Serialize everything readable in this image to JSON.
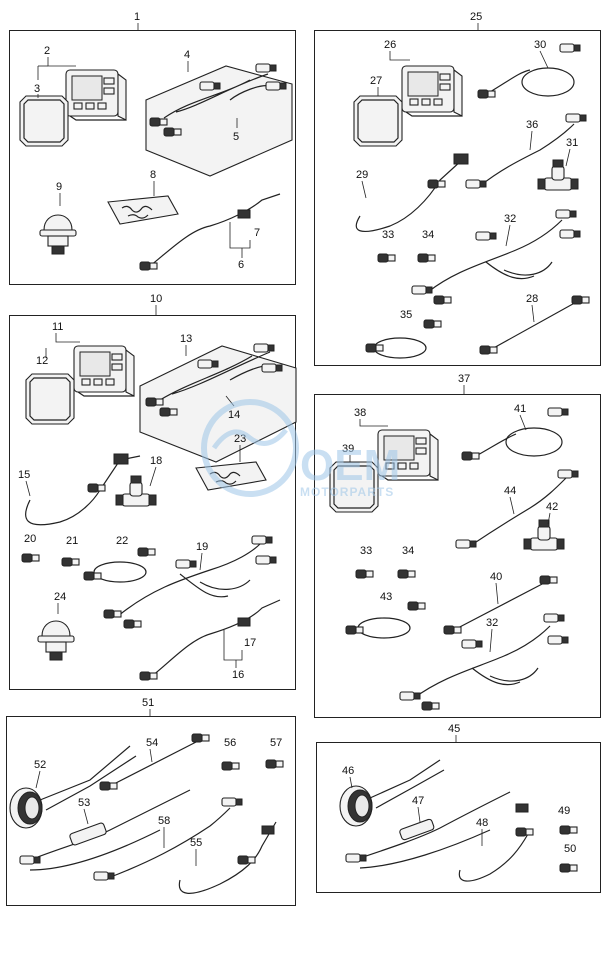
{
  "groups": {
    "g1": "1",
    "g10": "10",
    "g25": "25",
    "g37": "37",
    "g51": "51",
    "g45": "45"
  },
  "labels": {
    "l2": "2",
    "l3": "3",
    "l4": "4",
    "l5": "5",
    "l6": "6",
    "l7": "7",
    "l8": "8",
    "l9": "9",
    "l11": "11",
    "l12": "12",
    "l13": "13",
    "l14": "14",
    "l15": "15",
    "l16": "16",
    "l17": "17",
    "l18": "18",
    "l19": "19",
    "l20": "20",
    "l21": "21",
    "l22": "22",
    "l23": "23",
    "l24": "24",
    "l26": "26",
    "l27": "27",
    "l28": "28",
    "l29": "29",
    "l30": "30",
    "l31": "31",
    "l32": "32",
    "l33": "33",
    "l34": "34",
    "l35": "35",
    "l36": "36",
    "l38": "38",
    "l39": "39",
    "l40": "40",
    "l41": "41",
    "l42": "42",
    "l43": "43",
    "l44": "44",
    "l32b": "32",
    "l33b": "33",
    "l34b": "34",
    "l52": "52",
    "l53": "53",
    "l54": "54",
    "l55": "55",
    "l56": "56",
    "l57": "57",
    "l58": "58",
    "l46": "46",
    "l47": "47",
    "l48": "48",
    "l49": "49",
    "l50": "50"
  },
  "watermark": {
    "main": "OEM",
    "sub": "MOTORPARTS"
  },
  "colors": {
    "line": "#222222",
    "watermark": "#9ec6e8"
  }
}
